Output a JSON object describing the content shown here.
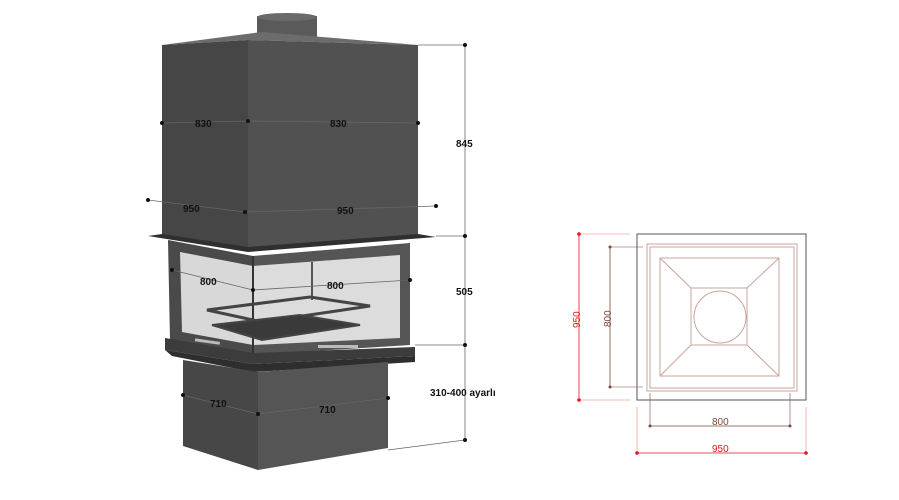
{
  "perspective_view": {
    "hood_width_left": "830",
    "hood_width_right": "830",
    "hood_height": "845",
    "flange_width_left": "950",
    "flange_width_right": "950",
    "glass_width_left": "800",
    "glass_width_right": "800",
    "firebox_height": "505",
    "base_height_note": "310-400 ayarlı",
    "base_width_left": "710",
    "base_width_right": "710"
  },
  "plan_view": {
    "outer_height": "950",
    "inner_height": "800",
    "inner_width": "800",
    "outer_width": "950"
  },
  "colors": {
    "outer_dimension": "#e8131b",
    "inner_dimension": "#7a4a3a",
    "body": "#4a4a4a"
  }
}
